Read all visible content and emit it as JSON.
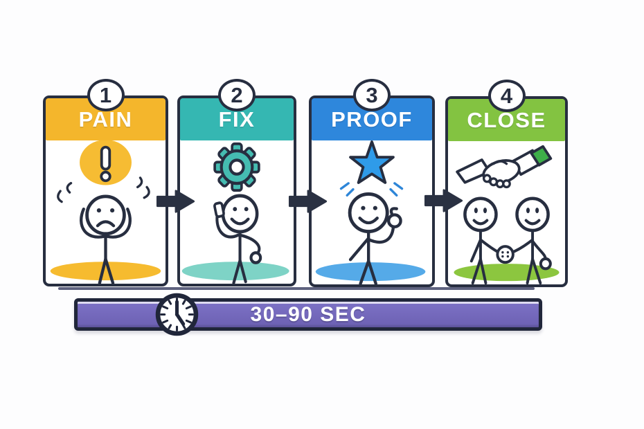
{
  "diagram": {
    "type": "process-flow",
    "step_count": 4,
    "colors": {
      "outline_navy": "#272e40",
      "arrow": "#2a3142",
      "background": "#fdfdfe",
      "timer_bar": "#7668bc",
      "timer_border": "#20263a"
    }
  },
  "steps": [
    {
      "number": "1",
      "label": "PAIN",
      "icon": "exclamation-icon",
      "figure": "stressed-person-holding-head",
      "header_color": "#f4b62c",
      "icon_color": "#f6bc33",
      "ground_color": "#f6bb2f"
    },
    {
      "number": "2",
      "label": "FIX",
      "icon": "gear-icon",
      "figure": "person-talking-on-phone",
      "header_color": "#35b7b2",
      "icon_color": "#45bcb1",
      "ground_color": "#7ed3c6"
    },
    {
      "number": "3",
      "label": "PROOF",
      "icon": "star-icon",
      "figure": "person-giving-thumbs-up",
      "header_color": "#2e87dc",
      "icon_color": "#2f9be9",
      "ground_color": "#55aae8"
    },
    {
      "number": "4",
      "label": "CLOSE",
      "icon": "handshake-icon",
      "figure": "two-people-shaking-hands",
      "header_color": "#83c341",
      "icon_color": "#3dae49",
      "ground_color": "#8cc63f"
    }
  ],
  "timer": {
    "label": "30–90 SEC",
    "icon": "clock-icon",
    "bar_color": "#7668bc"
  }
}
